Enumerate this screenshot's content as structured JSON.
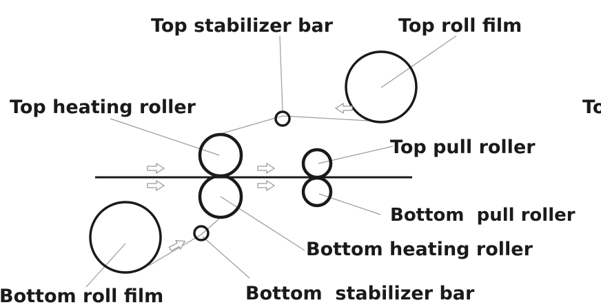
{
  "labels": {
    "top_stabilizer_bar": "Top stabilizer bar",
    "top_roll_film": "Top roll film",
    "top_heating_roller": "Top heating roller",
    "top_pull_roller": "Top pull roller",
    "bottom_pull_roller": "Bottom  pull roller",
    "bottom_heating_roller": "Bottom heating roller",
    "bottom_roll_film": "Bottom roll film",
    "bottom_stabilizer_bar": "Bottom  stabilizer bar",
    "cut_off_text": "To"
  },
  "colors": {
    "stroke": "#1a1a1a",
    "leader": "#9a9a9a",
    "background": "#ffffff"
  }
}
